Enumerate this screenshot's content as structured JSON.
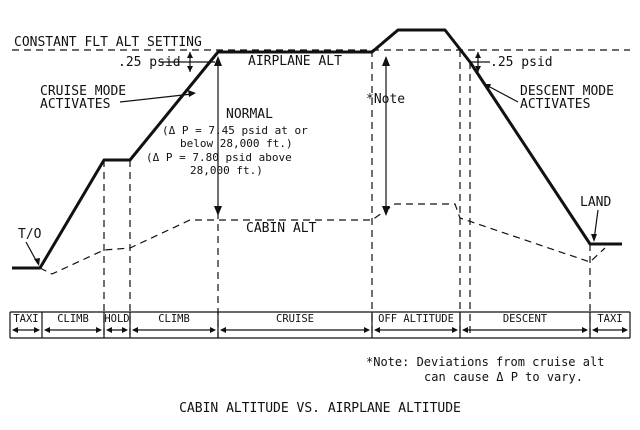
{
  "title": "CABIN ALTITUDE VS. AIRPLANE ALTITUDE",
  "labels": {
    "constant_flt_alt": "CONSTANT FLT ALT SETTING",
    "airplane_alt": "AIRPLANE ALT",
    "cabin_alt": "CABIN ALT",
    "psid_left": ".25 psid",
    "psid_right": ".25 psid",
    "cruise_mode_1": "CRUISE MODE",
    "cruise_mode_2": "ACTIVATES",
    "descent_mode_1": "DESCENT MODE",
    "descent_mode_2": "ACTIVATES",
    "normal": "NORMAL",
    "dp_line1": "(Δ P = 7.45 psid at or",
    "dp_line2": "below 28,000 ft.)",
    "dp_line3": "(Δ P = 7.80 psid above",
    "dp_line4": "28,000 ft.)",
    "note_marker": "*Note",
    "to": "T/O",
    "land": "LAND"
  },
  "phases": [
    "TAXI",
    "CLIMB",
    "HOLD",
    "CLIMB",
    "CRUISE",
    "OFF ALTITUDE",
    "DESCENT",
    "TAXI"
  ],
  "note": {
    "line1": "*Note: Deviations from cruise alt",
    "line2": "can cause Δ P to vary."
  }
}
